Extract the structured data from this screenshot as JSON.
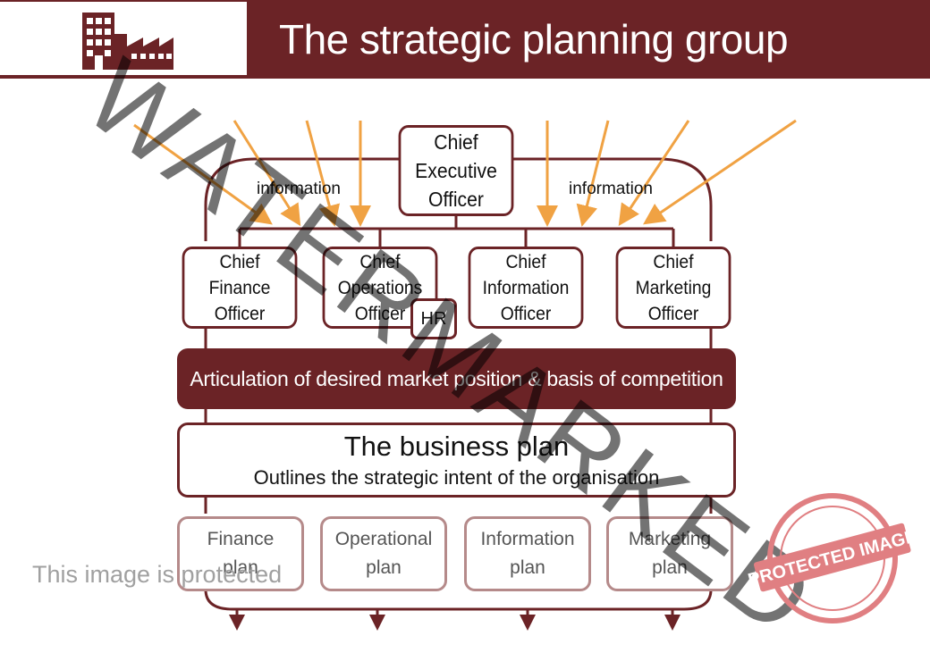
{
  "header": {
    "title": "The strategic planning group",
    "logo_icon": "factory-icon"
  },
  "diagram": {
    "ceo": "Chief\nExecutive\nOfficer",
    "officers": [
      "Chief\nFinance\nOfficer",
      "Chief\nOperations\nOfficer",
      "Chief\nInformation\nOfficer",
      "Chief\nMarketing\nOfficer"
    ],
    "hr": "HR",
    "information_left": "information",
    "information_right": "information",
    "articulation": "Articulation of desired market position & basis of competition",
    "business_plan": {
      "title": "The business plan",
      "subtitle": "Outlines the strategic intent of the organisation"
    },
    "plans": [
      "Finance\nplan",
      "Operational\nplan",
      "Information\nplan",
      "Marketing\nplan"
    ]
  },
  "overlays": {
    "watermark": "WATERMARKED",
    "protected_notice": "This image is protected",
    "stamp": "PROTECTED IMAGE"
  },
  "colors": {
    "primary": "#6b2326",
    "arrow": "#f0a243",
    "stamp": "#e07f82"
  }
}
